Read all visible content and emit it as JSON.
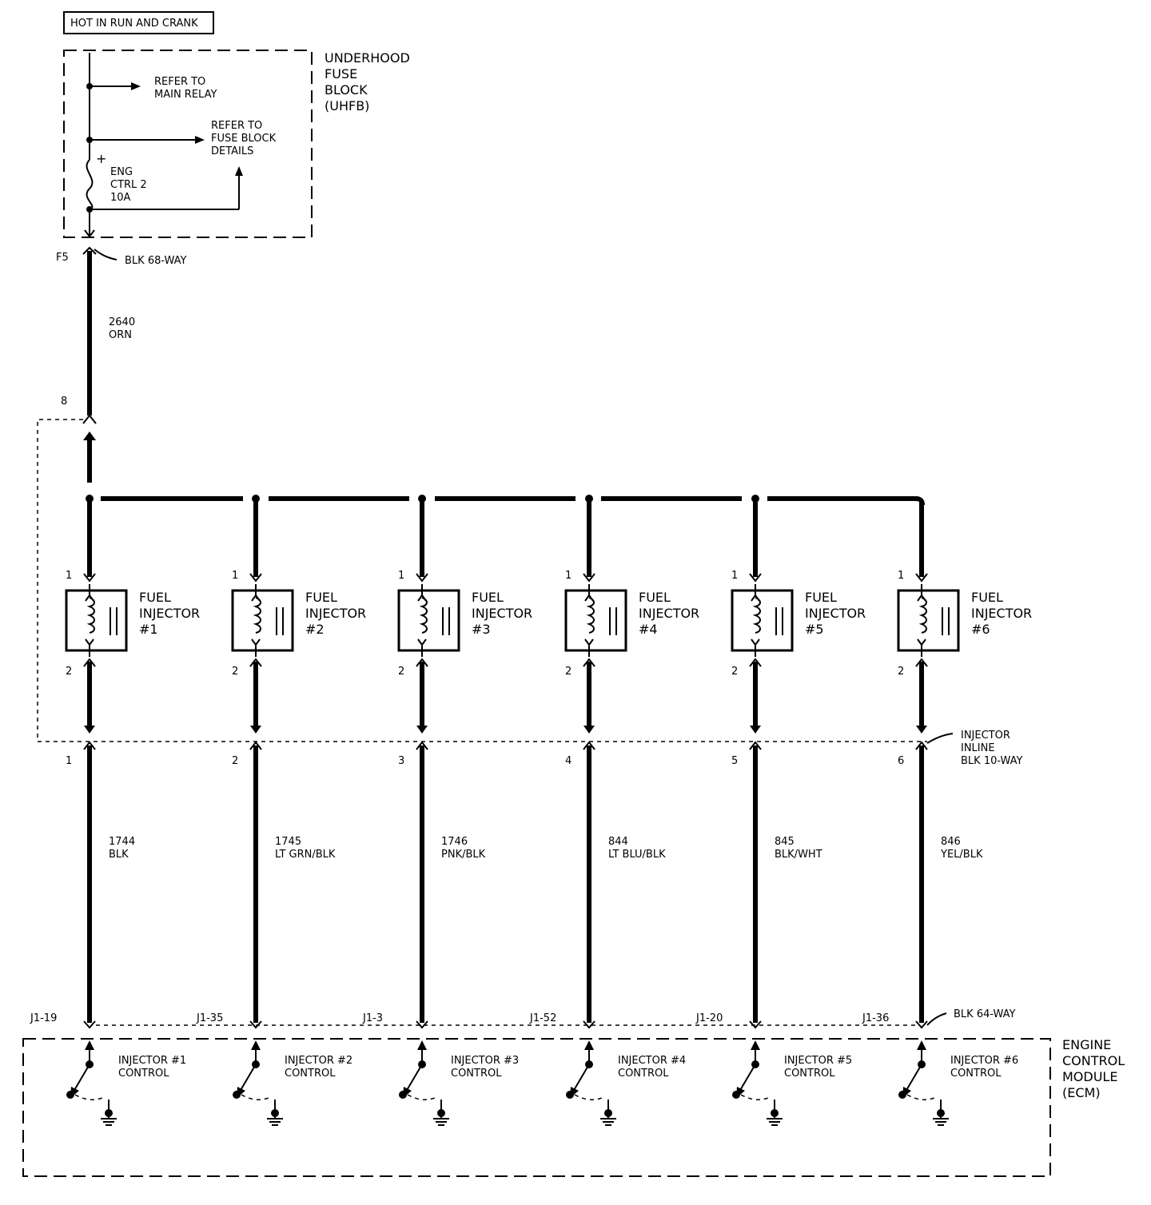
{
  "header": {
    "power_label": "HOT IN RUN AND CRANK"
  },
  "fuse_block": {
    "title": [
      "UNDERHOOD",
      "FUSE",
      "BLOCK",
      "(UHFB)"
    ],
    "refer_main_relay": [
      "REFER TO",
      "MAIN RELAY"
    ],
    "refer_fuse_details": [
      "REFER TO",
      "FUSE BLOCK",
      "DETAILS"
    ],
    "fuse_label": [
      "ENG",
      "CTRL 2",
      "10A"
    ],
    "fuse_polarity": "+",
    "pin": "F5",
    "connector": "BLK 68-WAY"
  },
  "feed_wire": {
    "circuit": "2640",
    "color": "ORN"
  },
  "splice_pin": "8",
  "injectors": [
    {
      "title": "FUEL",
      "title2": "INJECTOR",
      "number": "#1",
      "pin_in": "1",
      "pin_out": "2",
      "inline_pin": "1",
      "circuit": "1744",
      "color": "BLK",
      "ecm_pin": "J1-19",
      "ecm_label": "INJECTOR #1",
      "ecm_label2": "CONTROL"
    },
    {
      "title": "FUEL",
      "title2": "INJECTOR",
      "number": "#2",
      "pin_in": "1",
      "pin_out": "2",
      "inline_pin": "2",
      "circuit": "1745",
      "color": "LT GRN/BLK",
      "ecm_pin": "J1-35",
      "ecm_label": "INJECTOR #2",
      "ecm_label2": "CONTROL"
    },
    {
      "title": "FUEL",
      "title2": "INJECTOR",
      "number": "#3",
      "pin_in": "1",
      "pin_out": "2",
      "inline_pin": "3",
      "circuit": "1746",
      "color": "PNK/BLK",
      "ecm_pin": "J1-3",
      "ecm_label": "INJECTOR #3",
      "ecm_label2": "CONTROL"
    },
    {
      "title": "FUEL",
      "title2": "INJECTOR",
      "number": "#4",
      "pin_in": "1",
      "pin_out": "2",
      "inline_pin": "4",
      "circuit": "844",
      "color": "LT BLU/BLK",
      "ecm_pin": "J1-52",
      "ecm_label": "INJECTOR #4",
      "ecm_label2": "CONTROL"
    },
    {
      "title": "FUEL",
      "title2": "INJECTOR",
      "number": "#5",
      "pin_in": "1",
      "pin_out": "2",
      "inline_pin": "5",
      "circuit": "845",
      "color": "BLK/WHT",
      "ecm_pin": "J1-20",
      "ecm_label": "INJECTOR #5",
      "ecm_label2": "CONTROL"
    },
    {
      "title": "FUEL",
      "title2": "INJECTOR",
      "number": "#6",
      "pin_in": "1",
      "pin_out": "2",
      "inline_pin": "6",
      "circuit": "846",
      "color": "YEL/BLK",
      "ecm_pin": "J1-36",
      "ecm_label": "INJECTOR #6",
      "ecm_label2": "CONTROL"
    }
  ],
  "inline_connector": [
    "INJECTOR",
    "INLINE",
    "BLK 10-WAY"
  ],
  "ecm_connector": "BLK 64-WAY",
  "ecm": {
    "title": [
      "ENGINE",
      "CONTROL",
      "MODULE",
      "(ECM)"
    ]
  }
}
